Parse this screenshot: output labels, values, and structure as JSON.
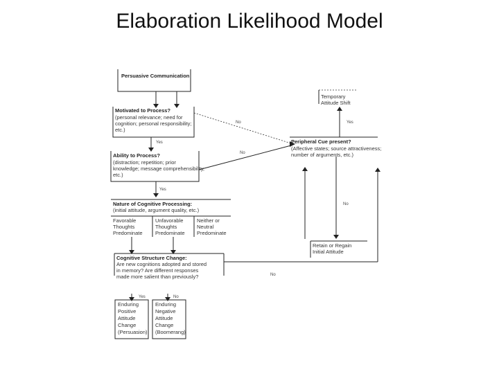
{
  "title": "Elaboration Likelihood Model",
  "boxes": {
    "persuasive": "Persuasive Communication",
    "motivated": {
      "heading": "Motivated to Process?",
      "lines": [
        "(personal relevance; need for",
        "cognition; personal responsibility;",
        "etc.)"
      ]
    },
    "ability": {
      "heading": "Ability to Process?",
      "lines": [
        "(distraction; repetition; prior",
        "knowledge; message comprehensibility,",
        "etc.)"
      ]
    },
    "nature": {
      "heading": "Nature of Cognitive Processing:",
      "lines": [
        "(initial attitude, argument quality, etc.)"
      ],
      "columns": [
        [
          "Favorable",
          "Thoughts",
          "Predominate"
        ],
        [
          "Unfavorable",
          "Thoughts",
          "Predominate"
        ],
        [
          "Neither or",
          "Neutral",
          "Predominate"
        ]
      ]
    },
    "cognitive": {
      "heading": "Cognitive Structure Change:",
      "lines": [
        "Are new cognitions adopted and stored",
        "in memory? Are different responses",
        "made more salient than previously?"
      ]
    },
    "positive": [
      "Enduring",
      "Positive",
      "Attitude",
      "Change",
      "(Persuasion)"
    ],
    "negative": [
      "Enduring",
      "Negative",
      "Attitude",
      "Change",
      "(Boomerang)"
    ],
    "peripheral": {
      "heading": "Peripheral Cue present?",
      "lines": [
        "(Affective states; source attractiveness;",
        "number of arguments, etc.)"
      ]
    },
    "retain": [
      "Retain or Regain",
      "Initial Attitude"
    ],
    "temporary": [
      "Temporary",
      "Attitude Shift"
    ]
  },
  "labels": {
    "yes": "Yes",
    "no": "No"
  }
}
